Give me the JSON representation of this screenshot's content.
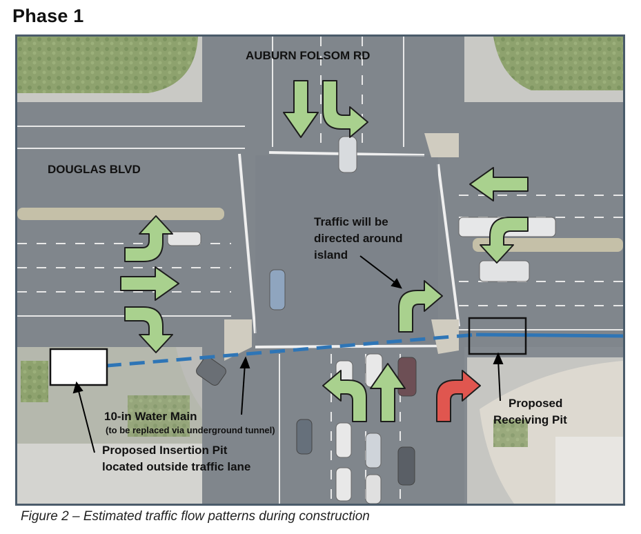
{
  "page_title": "Phase 1",
  "caption": "Figure 2 – Estimated traffic flow patterns during construction",
  "streets": {
    "north": "AUBURN FOLSOM RD",
    "west": "DOUGLAS BLVD"
  },
  "annotations": {
    "island_line1": "Traffic will be",
    "island_line2": "directed around",
    "island_line3": "island",
    "water_main_line1": "10-in Water Main",
    "water_main_line2": "(to be replaced via underground tunnel)",
    "insertion_line1": "Proposed Insertion Pit",
    "insertion_line2": "located outside traffic lane",
    "receiving_line1": "Proposed",
    "receiving_line2": "Receiving Pit"
  },
  "colors": {
    "arrow_green": "#a9d18e",
    "arrow_red": "#e0564f",
    "water_main_blue": "#2e75b6",
    "road": "#82888e",
    "frame_border": "#4a5b6a"
  }
}
